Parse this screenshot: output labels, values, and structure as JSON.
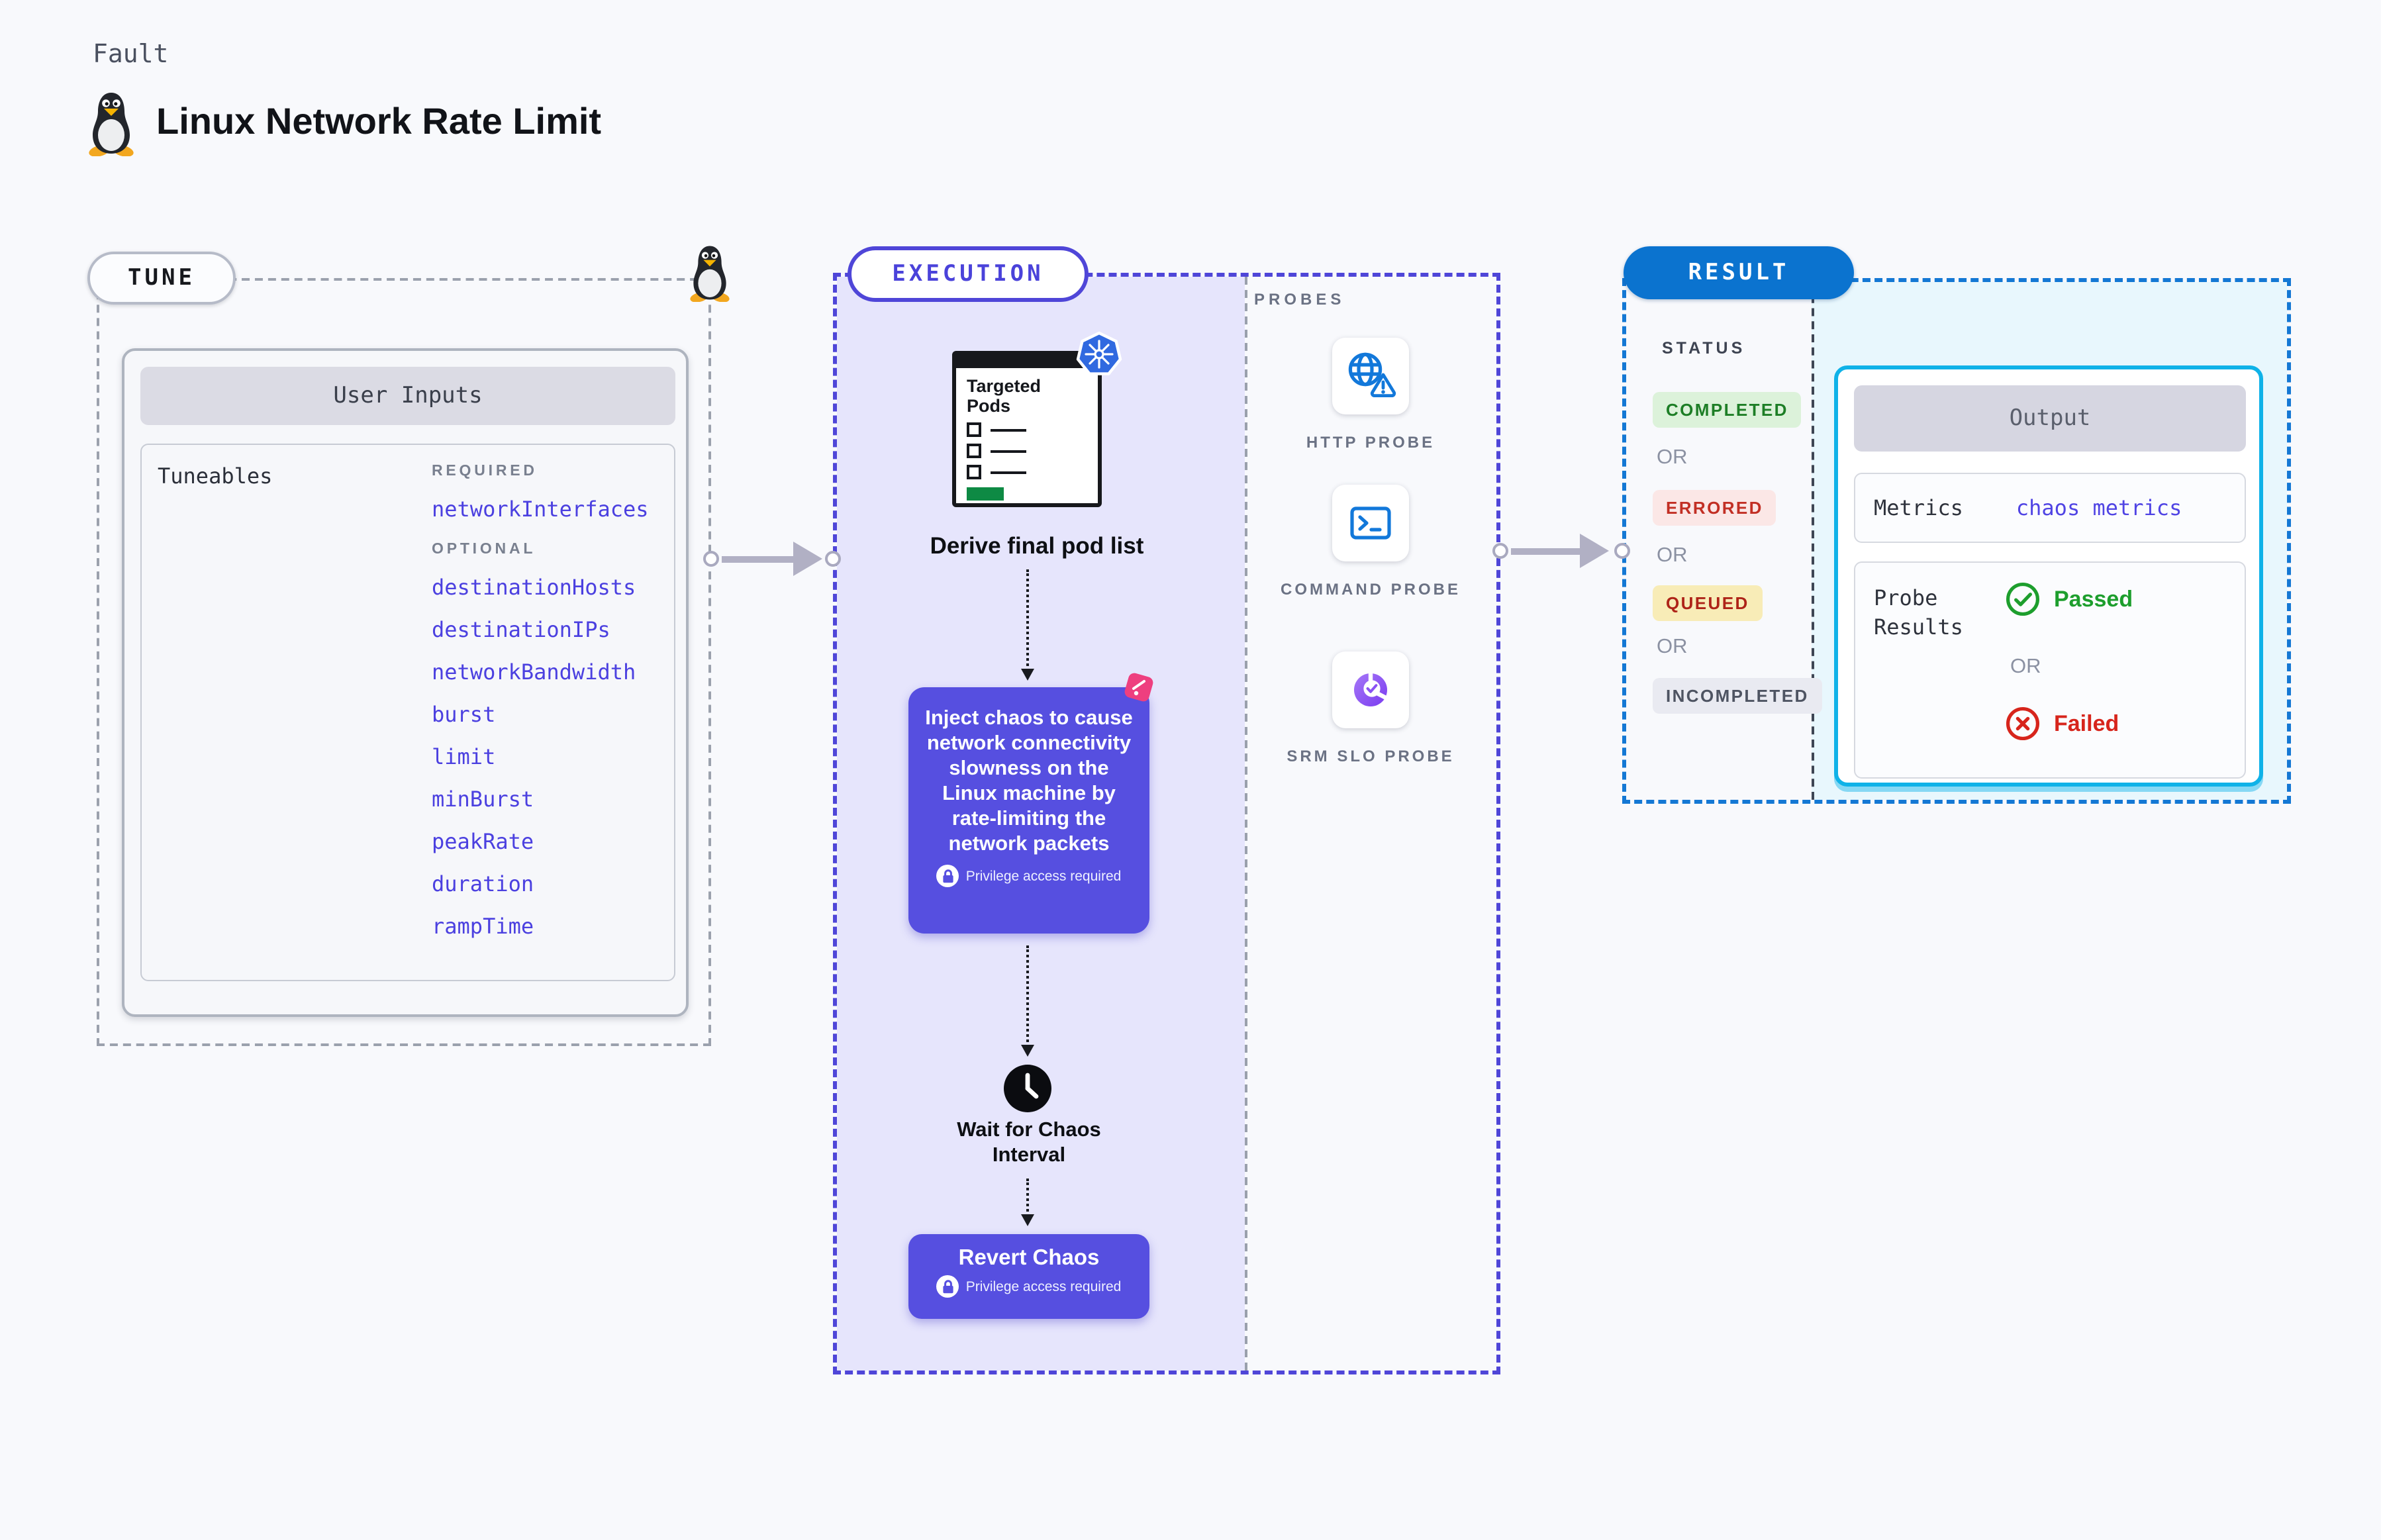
{
  "header": {
    "kicker": "Fault",
    "title": "Linux Network Rate Limit"
  },
  "tune": {
    "badge": "TUNE",
    "user_inputs_header": "User Inputs",
    "tuneables_label": "Tuneables",
    "required_label": "REQUIRED",
    "required": [
      "networkInterfaces"
    ],
    "optional_label": "OPTIONAL",
    "optional": [
      "destinationHosts",
      "destinationIPs",
      "networkBandwidth",
      "burst",
      "limit",
      "minBurst",
      "peakRate",
      "duration",
      "rampTime"
    ]
  },
  "execution": {
    "badge": "EXECUTION",
    "targeted_pods_label": "Targeted Pods",
    "derive_label": "Derive final pod list",
    "inject_text": "Inject chaos to cause network connectivity slowness on the Linux machine by rate-limiting the network packets",
    "privilege_note": "Privilege access required",
    "wait_label": "Wait for Chaos Interval",
    "revert_label": "Revert Chaos"
  },
  "probes": {
    "label": "PROBES",
    "items": [
      {
        "label": "HTTP PROBE",
        "icon": "globe-warning-icon"
      },
      {
        "label": "COMMAND PROBE",
        "icon": "terminal-icon"
      },
      {
        "label": "SRM SLO PROBE",
        "icon": "slo-donut-icon"
      }
    ]
  },
  "result": {
    "badge": "RESULT",
    "status_label": "STATUS",
    "or_label": "OR",
    "statuses": [
      {
        "label": "COMPLETED",
        "type": "success"
      },
      {
        "label": "ERRORED",
        "type": "error"
      },
      {
        "label": "QUEUED",
        "type": "warning"
      },
      {
        "label": "INCOMPLETED",
        "type": "neutral"
      }
    ],
    "output": {
      "header": "Output",
      "metrics_label": "Metrics",
      "metrics_value": "chaos metrics",
      "probe_results_label": "Probe Results",
      "passed_label": "Passed",
      "failed_label": "Failed"
    }
  },
  "colors": {
    "accent_indigo": "#564fe0",
    "indigo_dash": "#4f46d8",
    "execution_fill": "#e6e5fc",
    "result_blue": "#0b73cf",
    "result_dash": "#1478d4",
    "result_fill": "#e8f7fd",
    "output_border": "#0fb2e8",
    "link": "#4b40e0",
    "passed_green": "#1d9e2d",
    "failed_red": "#d7251c",
    "kubernetes_blue": "#3069e0",
    "probe_icon_blue": "#1278da",
    "litmus_pink": "#ee3f7f"
  }
}
